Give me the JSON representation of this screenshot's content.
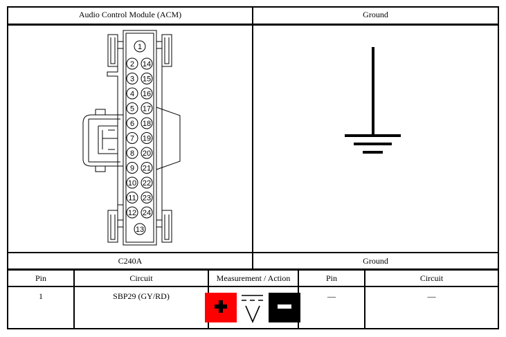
{
  "top_table": {
    "left_header": "Audio Control Module (ACM)",
    "right_header": "Ground",
    "left_footer": "C240A",
    "right_footer": "Ground"
  },
  "connector": {
    "pins": [
      "1",
      "2",
      "3",
      "4",
      "5",
      "6",
      "7",
      "8",
      "9",
      "10",
      "11",
      "12",
      "13",
      "14",
      "15",
      "16",
      "17",
      "18",
      "19",
      "20",
      "21",
      "22",
      "23",
      "24"
    ]
  },
  "pin_table": {
    "headers": [
      "Pin",
      "Circuit",
      "Measurement / Action",
      "Pin",
      "Circuit"
    ],
    "row": {
      "pin_a": "1",
      "circuit_a": "SBP29 (GY/RD)",
      "measurement_icons": [
        "positive-lead-icon",
        "dc-voltage-icon",
        "negative-lead-icon"
      ],
      "pin_b": "—",
      "circuit_b": "—"
    }
  },
  "colors": {
    "positive": "#ff0000",
    "negative": "#000000",
    "border": "#000000"
  }
}
